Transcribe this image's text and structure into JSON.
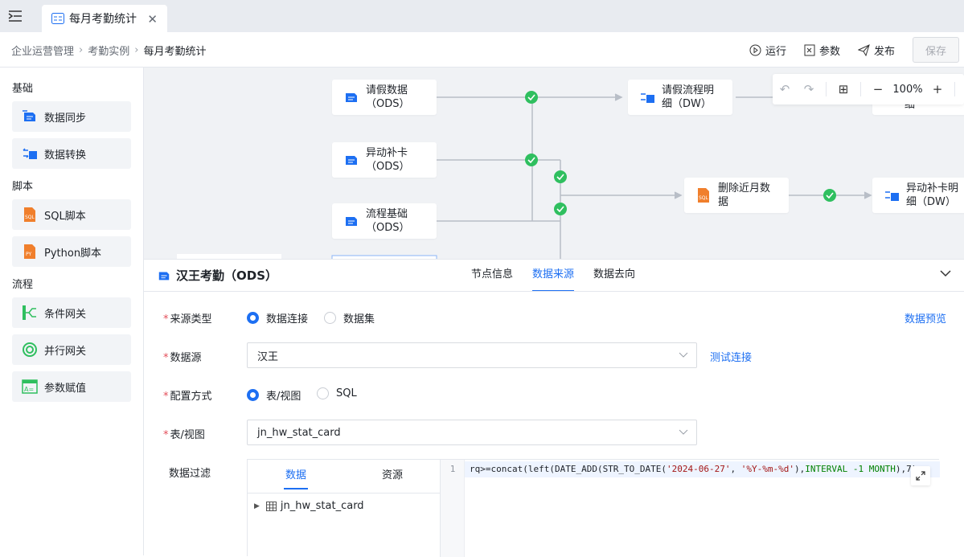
{
  "tabbar": {
    "tab_label": "每月考勤统计"
  },
  "breadcrumb": [
    "企业运营管理",
    "考勤实例",
    "每月考勤统计"
  ],
  "toolbar": {
    "run": "运行",
    "params": "参数",
    "publish": "发布",
    "save": "保存"
  },
  "sidebar": {
    "groups": [
      {
        "title": "基础",
        "items": [
          "数据同步",
          "数据转换"
        ]
      },
      {
        "title": "脚本",
        "items": [
          "SQL脚本",
          "Python脚本"
        ]
      },
      {
        "title": "流程",
        "items": [
          "条件网关",
          "并行网关",
          "参数赋值"
        ]
      }
    ]
  },
  "canvas": {
    "nodes": [
      {
        "label": "请假数据\n（ODS）"
      },
      {
        "label": "异动补卡\n（ODS）"
      },
      {
        "label": "流程基础\n（ODS）"
      },
      {
        "label": "请假流程明\n细（DW）"
      },
      {
        "label": "删除近月数\n据"
      },
      {
        "label": "异动补卡明\n细（DW）"
      },
      {
        "label": "细"
      }
    ],
    "zoom": "100%"
  },
  "panel": {
    "title": "汉王考勤（ODS）",
    "tabs": [
      "节点信息",
      "数据来源",
      "数据去向"
    ],
    "active_tab": "数据来源",
    "preview_link": "数据预览",
    "source_type": {
      "label": "来源类型",
      "options": [
        "数据连接",
        "数据集"
      ],
      "selected": "数据连接"
    },
    "datasource": {
      "label": "数据源",
      "value": "汉王",
      "test_link": "测试连接"
    },
    "config_mode": {
      "label": "配置方式",
      "options": [
        "表/视图",
        "SQL"
      ],
      "selected": "表/视图"
    },
    "table_view": {
      "label": "表/视图",
      "value": "jn_hw_stat_card"
    },
    "filter": {
      "label": "数据过滤",
      "tabs": [
        "数据",
        "资源"
      ],
      "tree_item": "jn_hw_stat_card",
      "line_number": "1",
      "code_parts": [
        "rq>=concat(left(DATE_ADD(STR_TO_DATE(",
        "'2024-06-27'",
        ", ",
        "'%Y-%m-%d'",
        "),",
        "INTERVAL -1 MONTH",
        "),7)"
      ]
    }
  },
  "colors": {
    "accent": "#1d6ff2",
    "success": "#2fbf5f",
    "required": "#e34d59"
  }
}
